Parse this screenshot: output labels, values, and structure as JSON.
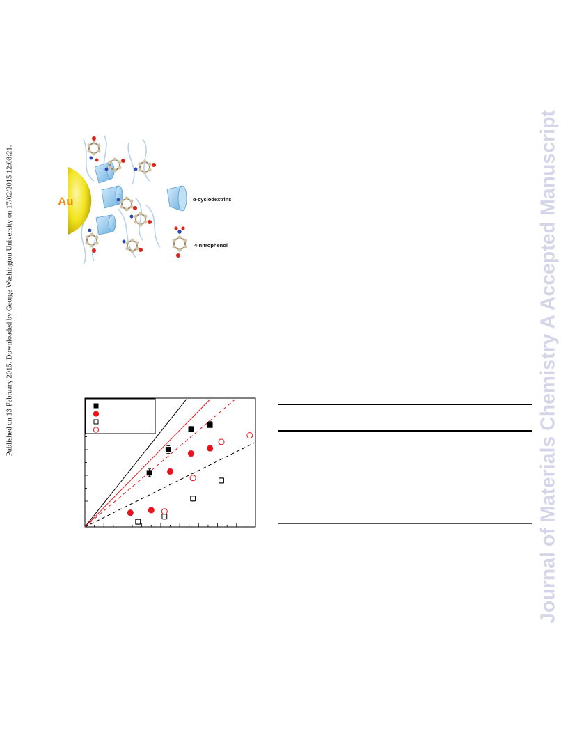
{
  "side_note": "Published on 13 February 2015. Downloaded by George Washington University on 17/02/2015 12:08:21.",
  "watermark": "Journal of Materials Chemistry A Accepted Manuscript",
  "toc_graphic": {
    "particle_label": "Au",
    "legend": {
      "cyclodextrin": "α-cyclodextrins",
      "nitrophenol": "4-nitrophenol"
    }
  },
  "chart_data": {
    "type": "scatter",
    "title": "",
    "xlabel": "",
    "ylabel": "",
    "xlim": [
      0,
      9
    ],
    "ylim": [
      0,
      1
    ],
    "grid": false,
    "legend_position": "top-left",
    "series": [
      {
        "name": "",
        "marker": "filled-square",
        "color": "#000000",
        "fit": "solid",
        "fit_slope": 0.185,
        "points": [
          {
            "x": 3.4,
            "y": 0.42,
            "err": 0.03
          },
          {
            "x": 4.4,
            "y": 0.6,
            "err": 0.03
          },
          {
            "x": 5.6,
            "y": 0.76,
            "err": 0.02
          },
          {
            "x": 6.6,
            "y": 0.79,
            "err": 0.03
          }
        ]
      },
      {
        "name": "",
        "marker": "filled-circle",
        "color": "#e8141c",
        "fit": "solid",
        "fit_slope": 0.15,
        "points": [
          {
            "x": 2.4,
            "y": 0.11,
            "err": 0.02
          },
          {
            "x": 3.5,
            "y": 0.13,
            "err": 0.02
          },
          {
            "x": 4.5,
            "y": 0.43,
            "err": 0.02
          },
          {
            "x": 5.6,
            "y": 0.57,
            "err": 0.02
          },
          {
            "x": 6.6,
            "y": 0.61,
            "err": 0.02
          }
        ]
      },
      {
        "name": "",
        "marker": "open-square",
        "color": "#000000",
        "fit": "dashed",
        "fit_slope": 0.073,
        "points": [
          {
            "x": 2.8,
            "y": 0.04,
            "err": 0.02
          },
          {
            "x": 4.2,
            "y": 0.08,
            "err": 0.02
          },
          {
            "x": 5.7,
            "y": 0.22,
            "err": 0.02
          },
          {
            "x": 7.2,
            "y": 0.36,
            "err": 0.02
          }
        ]
      },
      {
        "name": "",
        "marker": "open-circle",
        "color": "#e8141c",
        "fit": "dashed",
        "fit_slope": 0.125,
        "points": [
          {
            "x": 4.2,
            "y": 0.12,
            "err": 0.02
          },
          {
            "x": 5.7,
            "y": 0.38,
            "err": 0.02
          },
          {
            "x": 7.2,
            "y": 0.66,
            "err": 0.02
          },
          {
            "x": 8.7,
            "y": 0.71,
            "err": 0.02
          }
        ]
      }
    ]
  },
  "table": {
    "rows": []
  }
}
